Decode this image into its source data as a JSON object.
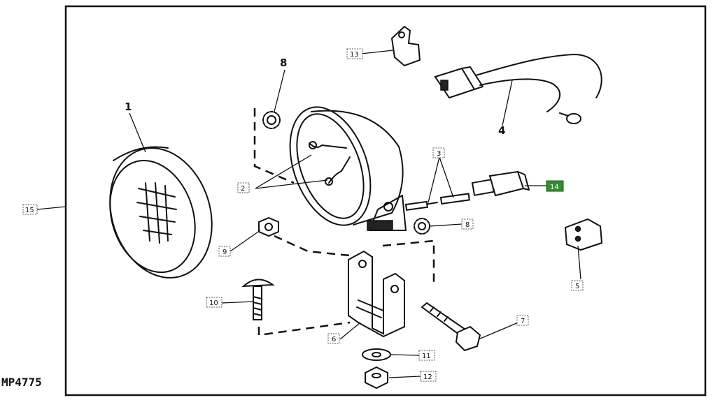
{
  "figure": {
    "id_label": "MP4775",
    "colors": {
      "highlight_box": "#2f8f2f",
      "line": "#111111",
      "background": "#ffffff"
    }
  },
  "callouts": {
    "c1": "1",
    "c2": "2",
    "c3": "3",
    "c4": "4",
    "c5": "5",
    "c6": "6",
    "c7": "7",
    "c8a": "8",
    "c8b": "8",
    "c9": "9",
    "c10": "10",
    "c11": "11",
    "c12": "12",
    "c13": "13",
    "c14": "14",
    "c15": "15"
  }
}
